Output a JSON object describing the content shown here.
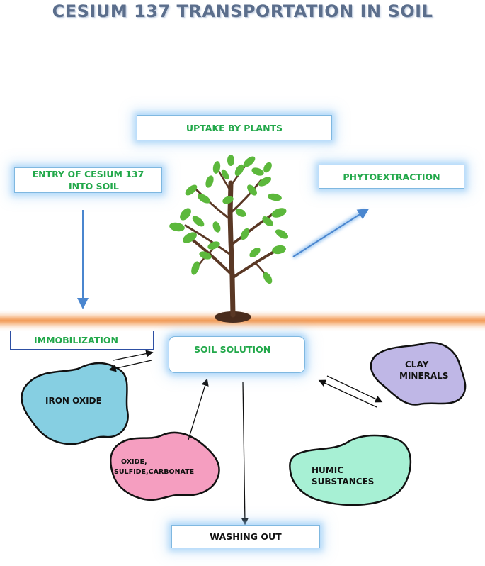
{
  "title": "CESIUM 137 TRANSPORTATION IN SOIL",
  "boxes": {
    "uptake": "UPTAKE BY PLANTS",
    "entry_line1": "ENTRY OF CESIUM 137",
    "entry_line2": "INTO SOIL",
    "phyto": "PHYTOEXTRACTION",
    "immobilization": "IMMOBILIZATION",
    "soil_solution": "SOIL SOLUTION",
    "washing_out": "WASHING OUT"
  },
  "blobs": {
    "iron_oxide": "IRON OXIDE",
    "clay_line1": "CLAY",
    "clay_line2": "MINERALS",
    "humic_line1": "HUMIC",
    "humic_line2": "SUBSTANCES",
    "oxide_line1": "OXIDE,",
    "oxide_line2": "SULFIDE,CARBONATE"
  },
  "colors": {
    "green_text": "#22a84a",
    "glow": "#87c3f5",
    "soil_band": "#f6a86a",
    "iron_oxide": "#86cfe2",
    "clay_minerals": "#bfb7e6",
    "humic_substances": "#a7f0d4",
    "oxide_sulfide_carbonate": "#f59ec0",
    "leaf": "#5cb83c",
    "trunk": "#5a3825",
    "arrow_blue": "#4a86cf"
  }
}
